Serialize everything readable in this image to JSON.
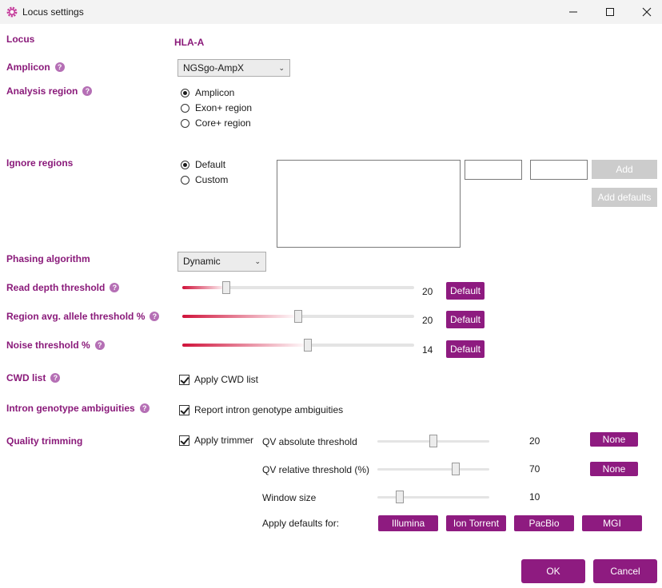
{
  "window": {
    "title": "Locus settings",
    "icon": "gear-icon",
    "accent": "#8e1b80"
  },
  "labels": {
    "locus": "Locus",
    "amplicon": "Amplicon",
    "analysis_region": "Analysis region",
    "ignore_regions": "Ignore regions",
    "phasing_algorithm": "Phasing algorithm",
    "read_depth_threshold": "Read depth threshold",
    "region_avg_allele_threshold": "Region avg. allele threshold %",
    "noise_threshold": "Noise threshold %",
    "cwd_list": "CWD list",
    "intron_genotype_ambiguities": "Intron genotype ambiguities",
    "quality_trimming": "Quality trimming",
    "help_glyph": "?"
  },
  "locus": {
    "value": "HLA-A"
  },
  "amplicon": {
    "selected": "NGSgo-AmpX"
  },
  "analysis_region": {
    "options": [
      "Amplicon",
      "Exon+ region",
      "Core+ region"
    ],
    "selected_index": 0
  },
  "ignore_regions": {
    "options": [
      "Default",
      "Custom"
    ],
    "selected_index": 0,
    "add_label": "Add",
    "add_defaults_label": "Add defaults"
  },
  "phasing": {
    "selected": "Dynamic"
  },
  "read_depth": {
    "value": "20",
    "fraction": 0.19,
    "default_label": "Default"
  },
  "region_avg": {
    "value": "20",
    "fraction": 0.5,
    "default_label": "Default"
  },
  "noise": {
    "value": "14",
    "fraction": 0.54,
    "default_label": "Default"
  },
  "cwd": {
    "checked": true,
    "label": "Apply CWD list"
  },
  "intron": {
    "checked": true,
    "label": "Report intron genotype ambiguities"
  },
  "quality": {
    "apply_label": "Apply trimmer",
    "apply_checked": true,
    "qv_absolute": {
      "label": "QV absolute threshold",
      "value": "20",
      "fraction": 0.5,
      "button_label": "None"
    },
    "qv_relative": {
      "label": "QV relative threshold (%)",
      "value": "70",
      "fraction": 0.7,
      "button_label": "None"
    },
    "window_size": {
      "label": "Window size",
      "value": "10",
      "fraction": 0.2
    },
    "apply_defaults_label": "Apply defaults for:",
    "presets": [
      "Illumina",
      "Ion Torrent",
      "PacBio",
      "MGI"
    ]
  },
  "footer": {
    "ok_label": "OK",
    "cancel_label": "Cancel"
  }
}
